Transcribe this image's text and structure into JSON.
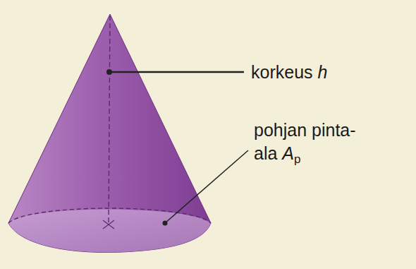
{
  "diagram": {
    "labels": [
      "korkeus",
      "h",
      "pohjan pinta-ala",
      "A",
      "p"
    ]
  }
}
